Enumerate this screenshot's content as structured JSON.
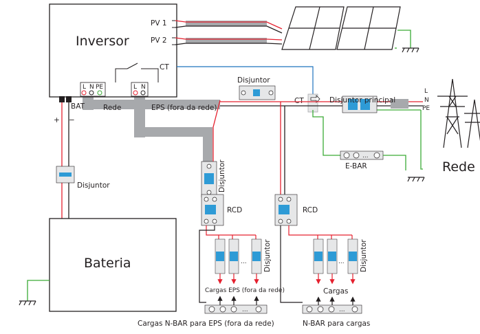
{
  "labels": {
    "inverter": "Inversor",
    "pv1": "PV 1",
    "pv2": "PV 2",
    "ct_inverter": "CT",
    "ct_meter": "CT",
    "grid_port": "Rede",
    "eps_port": "EPS (fora da rede)",
    "bat_port": "BAT",
    "plus": "+",
    "minus": "−",
    "terminal_l": "L",
    "terminal_n": "N",
    "terminal_pe": "PE",
    "breaker_battery": "Disjuntor",
    "breaker_grid": "Disjuntor",
    "breaker_main": "Disjuntor principal",
    "breaker_eps_branch": "Disjuntor",
    "breaker_eps_loads": "Disjuntor",
    "breaker_loads": "Disjuntor",
    "rcd_eps": "RCD",
    "rcd_loads": "RCD",
    "line_l": "L",
    "line_n": "N",
    "line_pe": "PE",
    "ebar": "E-BAR",
    "grid": "Rede",
    "battery": "Bateria",
    "eps_loads": "Cargas EPS (fora da rede)",
    "loads": "Cargas",
    "nbar_eps": "Cargas N-BAR para EPS (fora da rede)",
    "nbar_loads": "N-BAR para cargas",
    "ellipsis": "..."
  },
  "colors": {
    "live": "#e5202e",
    "neutral": "#231f20",
    "earth": "#3aaa35",
    "ct_signal": "#1e73be",
    "bus": "#a7a9ac",
    "breaker_body": "#e6e7e8",
    "breaker_toggle": "#2e9bd6"
  }
}
